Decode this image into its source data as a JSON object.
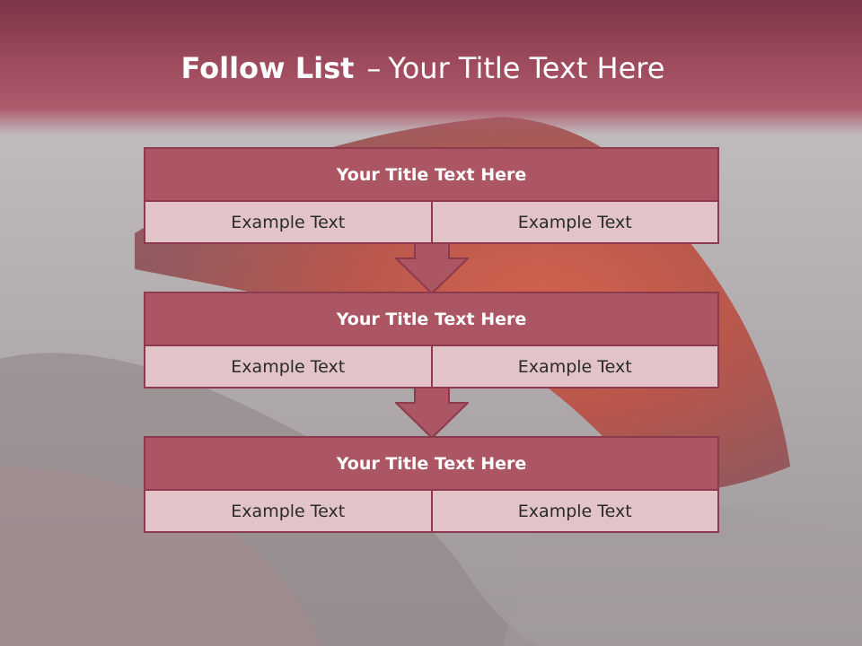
{
  "slide": {
    "title_bold": "Follow List",
    "title_dash": "–",
    "title_rest": "Your Title Text Here"
  },
  "steps": [
    {
      "title": "Your Title Text Here",
      "left": "Example Text",
      "right": "Example Text"
    },
    {
      "title": "Your Title Text Here",
      "left": "Example Text",
      "right": "Example Text"
    },
    {
      "title": "Your Title Text Here",
      "left": "Example Text",
      "right": "Example Text"
    }
  ],
  "colors": {
    "accent": "#ac5663",
    "border": "#8c3a4d",
    "cell_fill": "#e2c4c8",
    "header_dark": "#7e3447"
  }
}
